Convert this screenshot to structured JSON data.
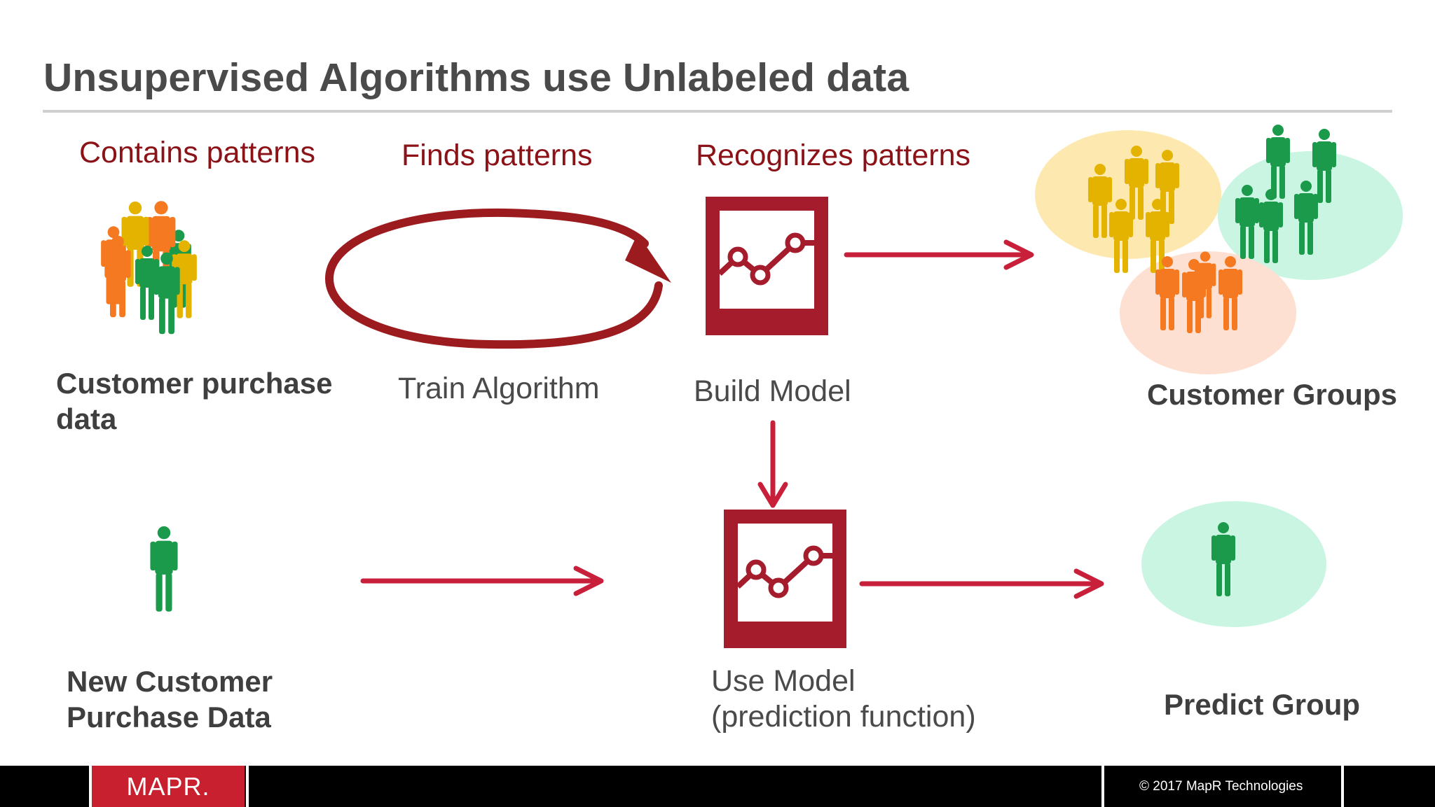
{
  "slide": {
    "title": "Unsupervised Algorithms use Unlabeled data"
  },
  "phases": {
    "contains": "Contains patterns",
    "finds": "Finds patterns",
    "recognizes": "Recognizes patterns"
  },
  "labels": {
    "customer_purchase_line1": "Customer purchase",
    "customer_purchase_line2": "data",
    "train_algorithm": "Train Algorithm",
    "build_model": "Build Model",
    "customer_groups": "Customer Groups",
    "new_customer_line1": "New Customer",
    "new_customer_line2": "Purchase Data",
    "use_model_line1": "Use Model",
    "use_model_line2": "(prediction function)",
    "predict_group": "Predict Group"
  },
  "footer": {
    "logo": "MAPR.",
    "copyright": "© 2017 MapR Technologies"
  },
  "colors": {
    "title": "#4a4a4a",
    "phase_text": "#8b1217",
    "arrow": "#c8203a",
    "model_box": "#a51d2d",
    "cycle": "#9c1b1f",
    "person_orange": "#f47920",
    "person_yellow": "#e3b300",
    "person_green": "#1a9a4a",
    "cluster_yellow": "#fde9b0",
    "cluster_green": "#c9f5e2",
    "cluster_peach": "#fde0d2"
  },
  "icons": {
    "crowd": "crowd-icon",
    "person": "person-icon",
    "model": "line-chart-icon",
    "cycle": "cycle-arrow-icon"
  }
}
